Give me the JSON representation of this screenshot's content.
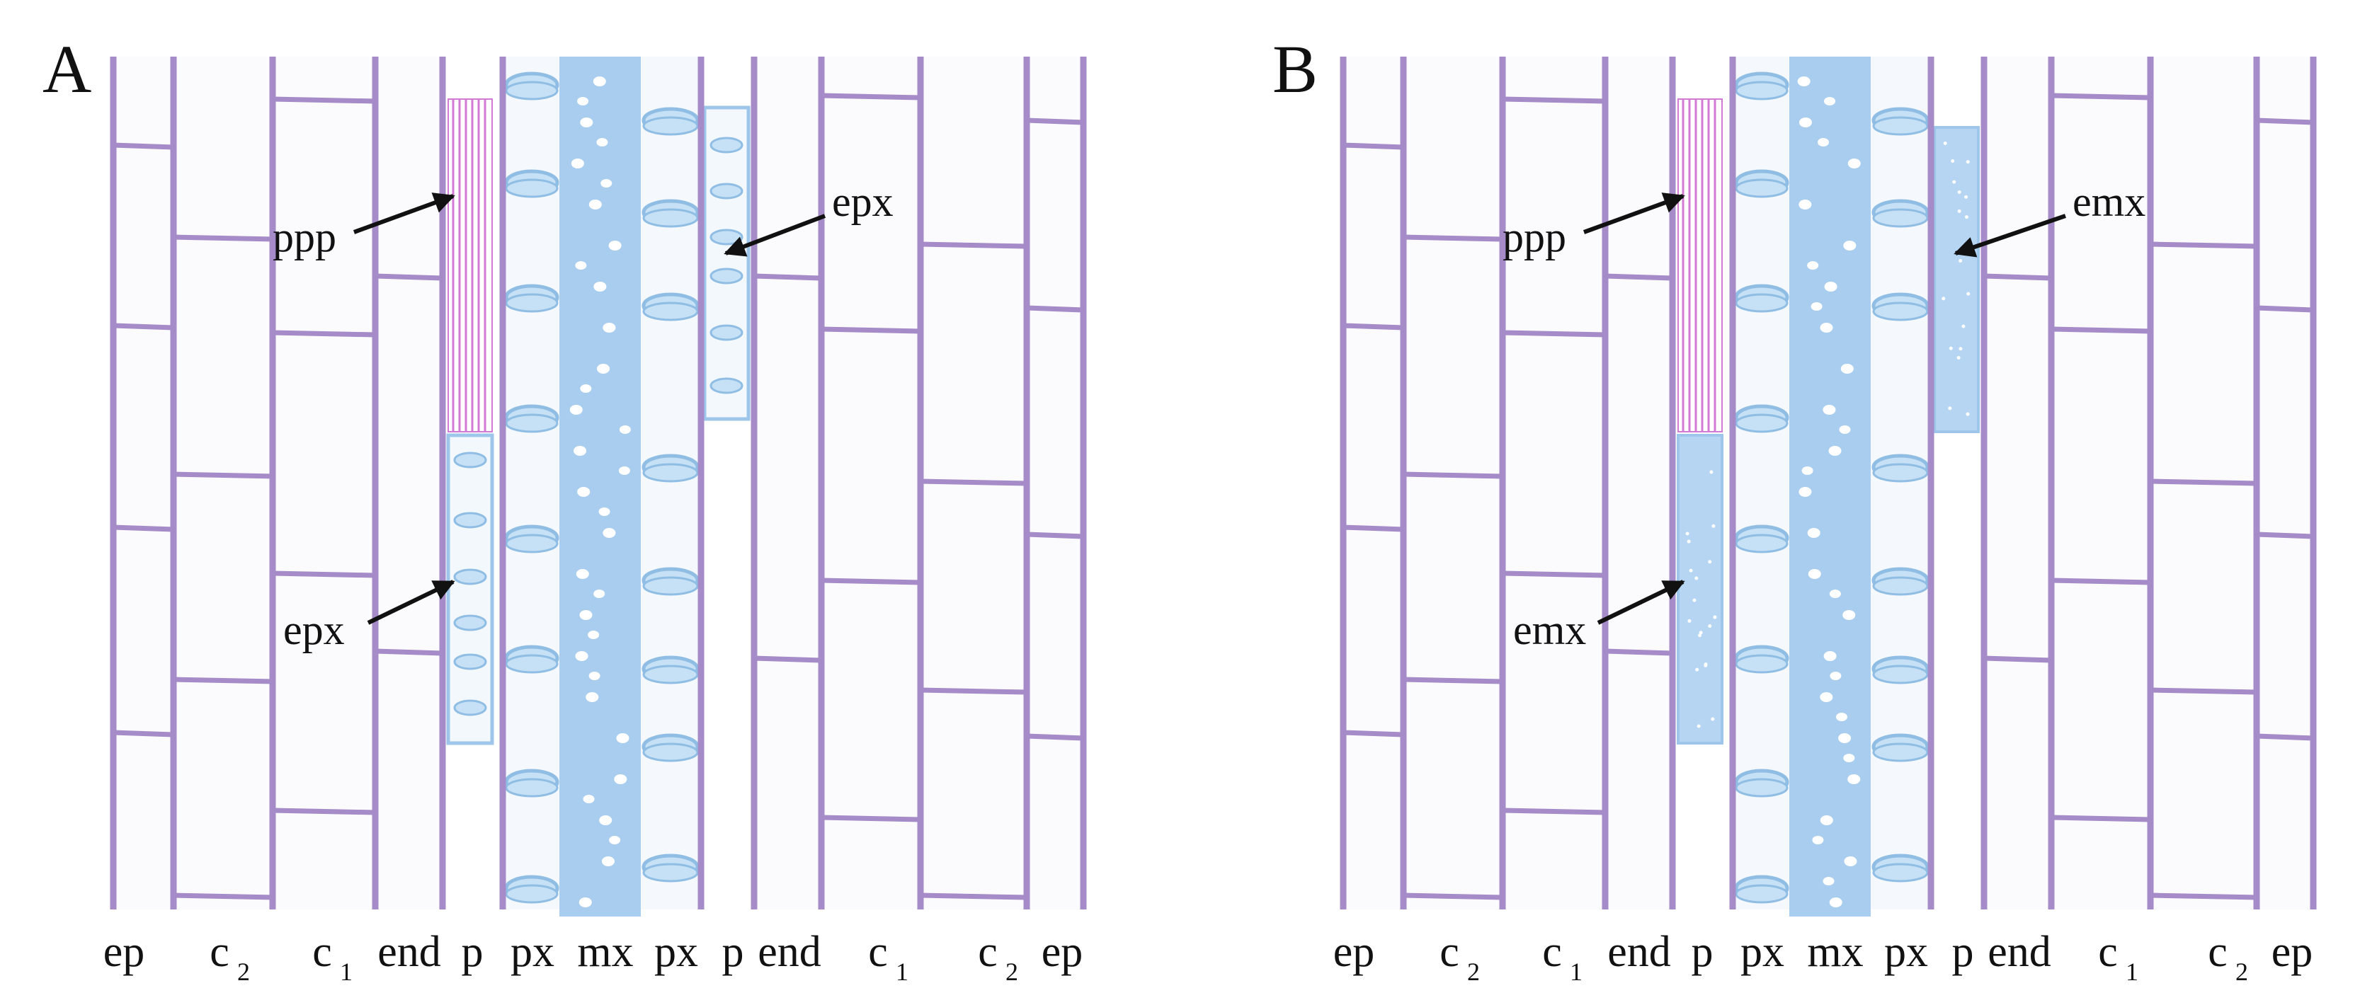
{
  "colors": {
    "wall": "#a58bc8",
    "mx": "#a9cdee",
    "mxDot": "#ffffff",
    "px": "#c6e1f5",
    "pxStroke": "#8fbde4",
    "pxFill": "#f5f9fd",
    "cellFill": "#fbfbfe",
    "ppp": "#d37ad6",
    "pppBg": "#ffffff",
    "epxBorder": "#9ec6ea",
    "emxFill": "#b5d5f3",
    "arrow": "#111111"
  },
  "panels": [
    {
      "letter": "A",
      "labels": [
        "ep",
        "c",
        "c",
        "end",
        "p",
        "px",
        "mx",
        "px",
        "p",
        "end",
        "c",
        "c",
        "ep"
      ],
      "subscripts": [
        "",
        "2",
        "1",
        "",
        "",
        "",
        "",
        "",
        "",
        "",
        "1",
        "2",
        ""
      ],
      "annotations": {
        "ppp": "ppp",
        "left_lower": "epx",
        "right_upper": "epx"
      }
    },
    {
      "letter": "B",
      "labels": [
        "ep",
        "c",
        "c",
        "end",
        "p",
        "px",
        "mx",
        "px",
        "p",
        "end",
        "c",
        "c",
        "ep"
      ],
      "subscripts": [
        "",
        "2",
        "1",
        "",
        "",
        "",
        "",
        "",
        "",
        "",
        "1",
        "2",
        ""
      ],
      "annotations": {
        "ppp": "ppp",
        "left_lower": "emx",
        "right_upper": "emx"
      }
    }
  ]
}
